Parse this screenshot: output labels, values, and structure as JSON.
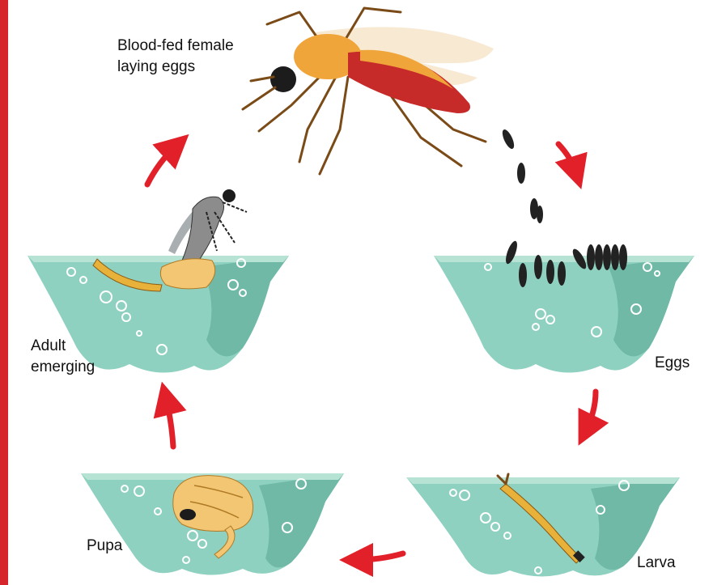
{
  "diagram": {
    "stages": [
      {
        "id": "adult_female",
        "label_lines": [
          "Blood-fed female",
          "laying eggs"
        ]
      },
      {
        "id": "eggs",
        "label_lines": [
          "Eggs"
        ]
      },
      {
        "id": "larva",
        "label_lines": [
          "Larva"
        ]
      },
      {
        "id": "pupa",
        "label_lines": [
          "Pupa"
        ]
      },
      {
        "id": "adult_emerging",
        "label_lines": [
          "Adult",
          "emerging"
        ]
      }
    ],
    "cycle_order": [
      "adult_female",
      "eggs",
      "larva",
      "pupa",
      "adult_emerging",
      "adult_female"
    ],
    "colors": {
      "accent_bar": "#d7252e",
      "arrow": "#e2202a",
      "water": "#8fd1c0",
      "water_dark": "#6fb9a6",
      "water_surface": "#b7e3d5",
      "bubble": "#ffffff",
      "mosquito_body": "#f0a53a",
      "mosquito_abdomen": "#c62b2a",
      "mosquito_legs": "#7a4a17",
      "egg": "#222222",
      "larva": "#e8b13a",
      "pupa": "#f3c673"
    }
  }
}
